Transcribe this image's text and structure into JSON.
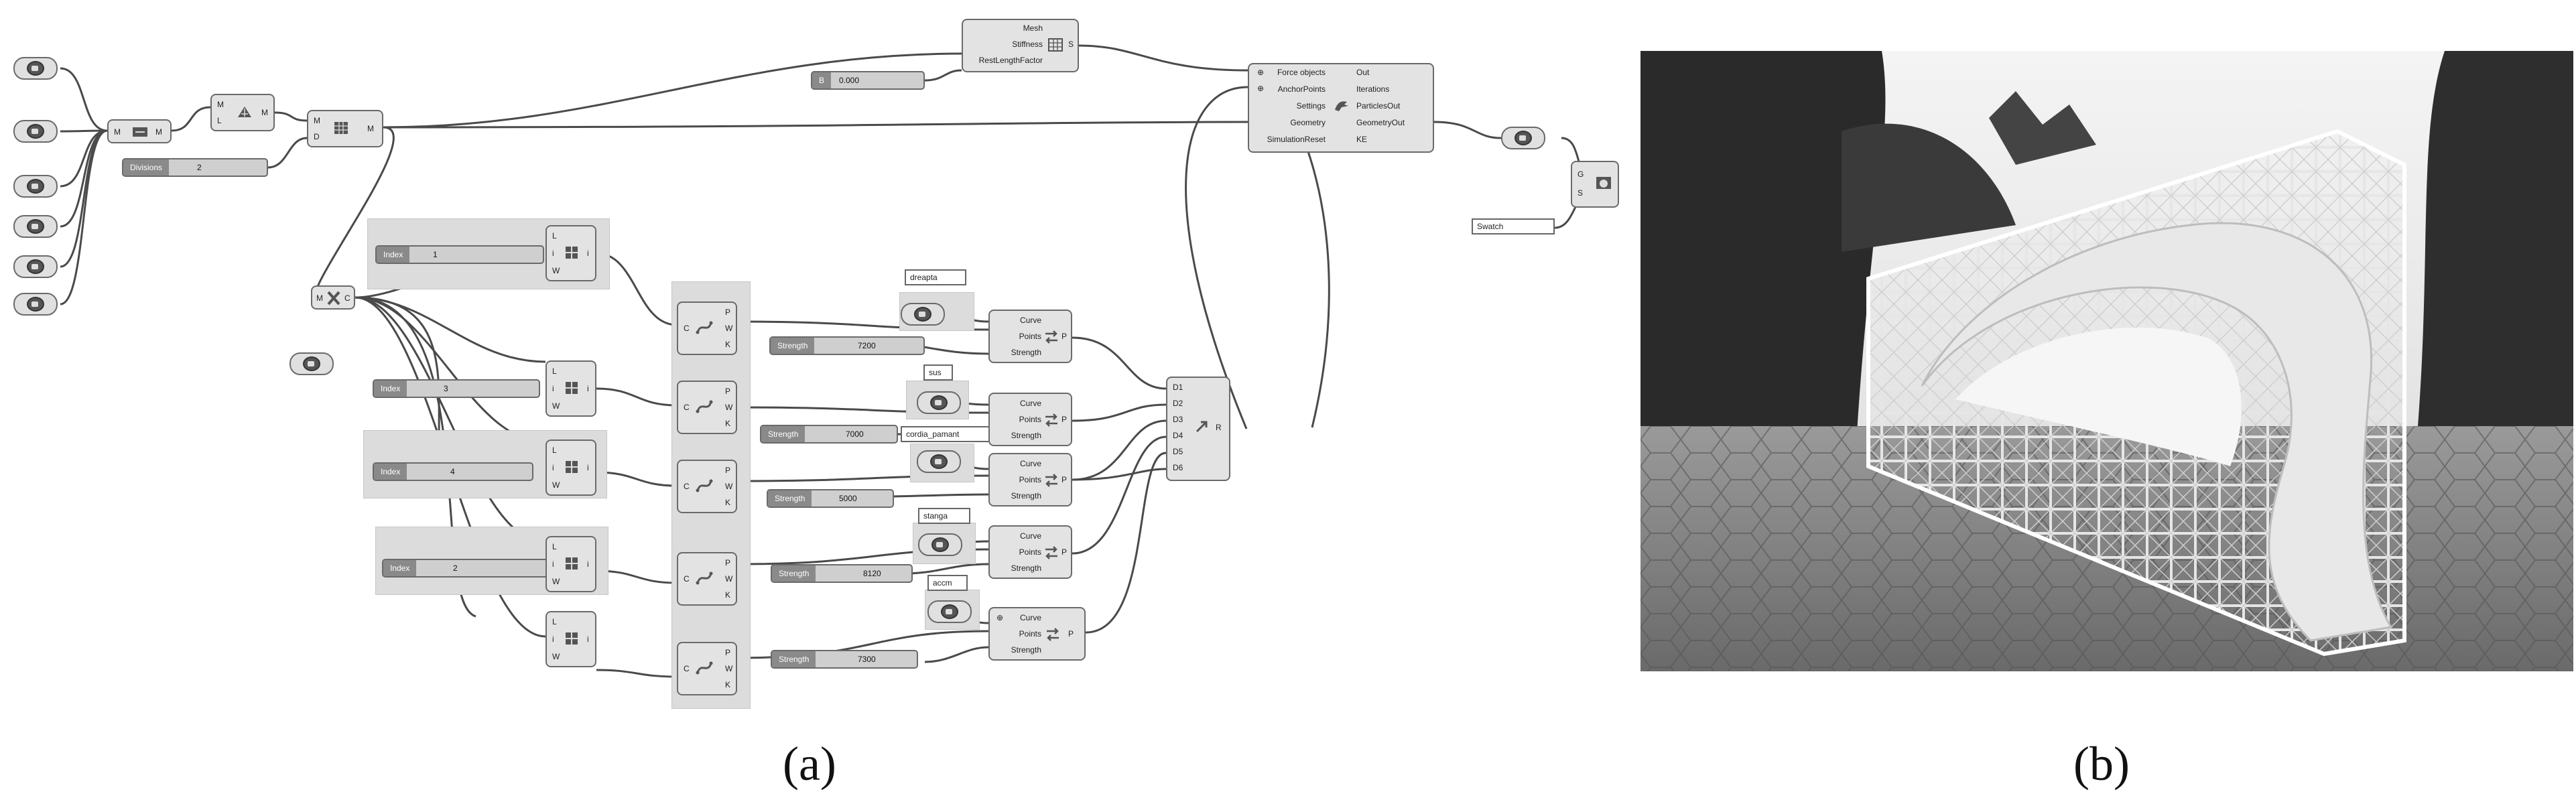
{
  "captions": {
    "left": "(a)",
    "right": "(b)"
  },
  "nodes": {
    "mesh_stiff": {
      "ports": [
        "Mesh",
        "Stiffness",
        "RestLengthFactor"
      ],
      "out": "S"
    },
    "solver": {
      "inputs": [
        "Force objects",
        "AnchorPoints",
        "Settings",
        "Geometry",
        "SimulationReset"
      ],
      "outputs": [
        "Out",
        "Iterations",
        "ParticlesOut",
        "GeometryOut",
        "KE"
      ]
    },
    "merge1": {
      "in": "M",
      "out": "M"
    },
    "join": {
      "in": [
        "M",
        "L"
      ],
      "out": "M"
    },
    "subdiv": {
      "in": [
        "M",
        "D"
      ],
      "out": "M"
    },
    "explode": {
      "in": "M",
      "out": "C"
    },
    "item": {
      "in": [
        "L",
        "i",
        "W"
      ],
      "out": "i"
    },
    "ctrl": {
      "in": [
        "C"
      ],
      "out": [
        "P",
        "W",
        "K"
      ]
    },
    "curve_goal": {
      "ports": [
        "Curve",
        "Points",
        "Strength"
      ],
      "out": "P"
    },
    "merge_d": {
      "ports": [
        "D1",
        "D2",
        "D3",
        "D4",
        "D5",
        "D6"
      ],
      "out": "R"
    },
    "custom_preview": {
      "ports": [
        "G",
        "S"
      ]
    }
  },
  "sliders": {
    "b": {
      "label": "B",
      "value": "0.000"
    },
    "divisions": {
      "label": "Divisions",
      "value": "2"
    },
    "index1": {
      "label": "Index",
      "value": "1"
    },
    "index3": {
      "label": "Index",
      "value": "3"
    },
    "index4": {
      "label": "Index",
      "value": "4"
    },
    "index2": {
      "label": "Index",
      "value": "2"
    },
    "s7200": {
      "label": "Strength",
      "value": "7200"
    },
    "s7000": {
      "label": "Strength",
      "value": "7000"
    },
    "s5000": {
      "label": "Strength",
      "value": "5000"
    },
    "s8120": {
      "label": "Strength",
      "value": "8120"
    },
    "s7300": {
      "label": "Strength",
      "value": "7300"
    }
  },
  "labels": {
    "dreapta": "dreapta",
    "sus": "sus",
    "cordia": "cordia_pamant",
    "stanga": "stanga",
    "accm": "accm",
    "swatch": "Swatch"
  },
  "colors": {
    "canvas_bg": "#ffffff",
    "node_fill": "#e3e3e3",
    "wire": "#4a4a4a",
    "group": "#dcdcdc"
  }
}
